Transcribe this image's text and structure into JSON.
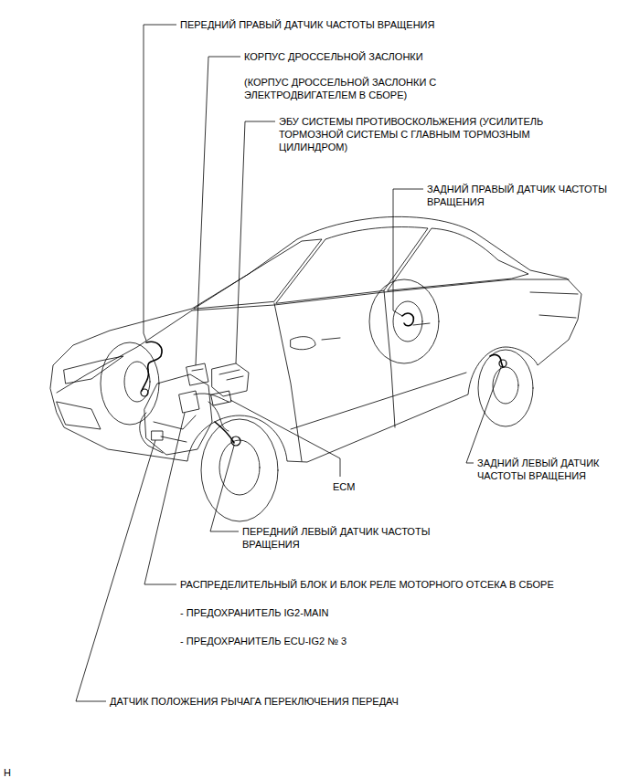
{
  "diagram": {
    "labels": [
      "ПЕРЕДНИЙ ПРАВЫЙ ДАТЧИК ЧАСТОТЫ ВРАЩЕНИЯ",
      "КОРПУС ДРОССЕЛЬНОЙ ЗАСЛОНКИ",
      "(КОРПУС ДРОССЕЛЬНОЙ ЗАСЛОНКИ С ЭЛЕКТРОДВИГАТЕЛЕМ В СБОРЕ)",
      "ЭБУ СИСТЕМЫ ПРОТИВОСКОЛЬЖЕНИЯ (УСИЛИТЕЛЬ ТОРМОЗНОЙ СИСТЕМЫ С ГЛАВНЫМ ТОРМОЗНЫМ ЦИЛИНДРОМ)",
      "ЗАДНИЙ ПРАВЫЙ ДАТЧИК ЧАСТОТЫ ВРАЩЕНИЯ",
      "ECM",
      "ЗАДНИЙ ЛЕВЫЙ ДАТЧИК ЧАСТОТЫ ВРАЩЕНИЯ",
      "ПЕРЕДНИЙ ЛЕВЫЙ ДАТЧИК ЧАСТОТЫ ВРАЩЕНИЯ",
      "РАСПРЕДЕЛИТЕЛЬНЫЙ БЛОК И БЛОК РЕЛЕ МОТОРНОГО ОТСЕКА В СБОРЕ",
      "- ПРЕДОХРАНИТЕЛЬ IG2-MAIN",
      "- ПРЕДОХРАНИТЕЛЬ ECU-IG2 № 3",
      "ДАТЧИК ПОЛОЖЕНИЯ РЫЧАГА ПЕРЕКЛЮЧЕНИЯ ПЕРЕДАЧ",
      "H"
    ]
  }
}
